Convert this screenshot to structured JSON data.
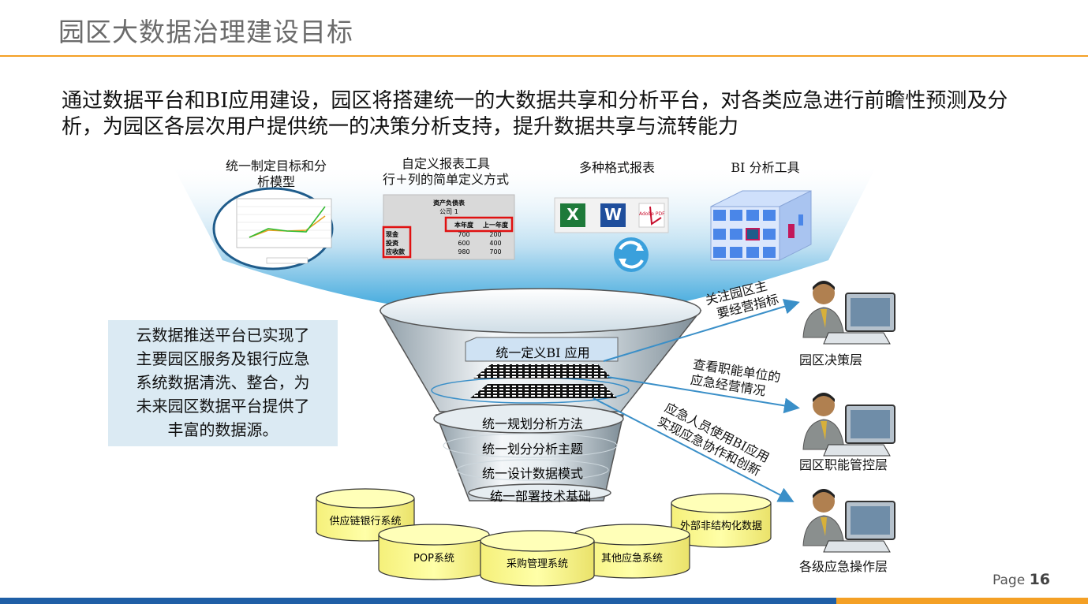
{
  "title": "园区大数据治理建设目标",
  "intro": "通过数据平台和BI应用建设，园区将搭建统一的大数据共享和分析平台，对各类应急进行前瞻性预测及分析，为园区各层次用户提供统一的决策分析支持，提升数据共享与流转能力",
  "tools": {
    "goal_model": {
      "line1": "统一制定目标和分",
      "line2": "析模型"
    },
    "custom_report": {
      "line1": "自定义报表工具",
      "line2": "行＋列的简单定义方式",
      "sheet_title": "资产负债表",
      "sheet_company": "公司 1",
      "col_current": "本年度",
      "col_last": "上一年度",
      "rows": [
        {
          "label": "现金",
          "current": "700",
          "last": "200"
        },
        {
          "label": "投资",
          "current": "600",
          "last": "400"
        },
        {
          "label": "应收款",
          "current": "980",
          "last": "700"
        }
      ]
    },
    "formats": {
      "label": "多种格式报表",
      "excel": "X",
      "word": "W",
      "pdf": "Adobe PDF"
    },
    "bi_tool": {
      "label": "BI 分析工具"
    }
  },
  "funnel": {
    "top_label": "统一定义BI 应用",
    "layers": [
      "统一规划分析方法",
      "统一划分分析主题",
      "统一设计数据模式",
      "统一部署技术基础"
    ]
  },
  "side_note": [
    "云数据推送平台已实现了",
    "主要园区服务及银行应急",
    "系统数据清洗、整合，为",
    "未来园区数据平台提供了",
    "丰富的数据源。"
  ],
  "sources": [
    "供应链银行系统",
    "POP系统",
    "采购管理系统",
    "其他应急系统",
    "外部非结构化数据"
  ],
  "arrows": [
    {
      "line1": "关注园区主",
      "line2": "要经营指标"
    },
    {
      "line1": "查看职能单位的",
      "line2": "应急经营情况"
    },
    {
      "line1": "应急人员使用BI应用",
      "line2": "实现应急协作和创新"
    }
  ],
  "roles": [
    "园区决策层",
    "园区职能管控层",
    "各级应急操作层"
  ],
  "page": {
    "label": "Page",
    "number": "16"
  },
  "colors": {
    "accent": "#f4a025",
    "footer_blue": "#1f5fa6",
    "arrow": "#3a8fc8",
    "cylinder": "#ffff99"
  }
}
